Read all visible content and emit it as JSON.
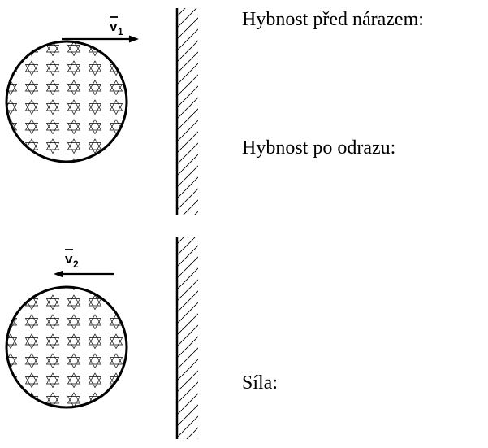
{
  "labels": {
    "momentum_before": "Hybnost před nárazem:",
    "momentum_after": "Hybnost po odrazu:",
    "force": "Síla:"
  },
  "vectors": {
    "top": {
      "symbol": "v",
      "subscript": "1",
      "direction": "right"
    },
    "bottom": {
      "symbol": "v",
      "subscript": "2",
      "direction": "left"
    }
  },
  "colors": {
    "ink": "#000000",
    "background": "#ffffff"
  },
  "icons": [
    "ball-icon",
    "wall-icon",
    "arrow-right-icon",
    "arrow-left-icon"
  ]
}
